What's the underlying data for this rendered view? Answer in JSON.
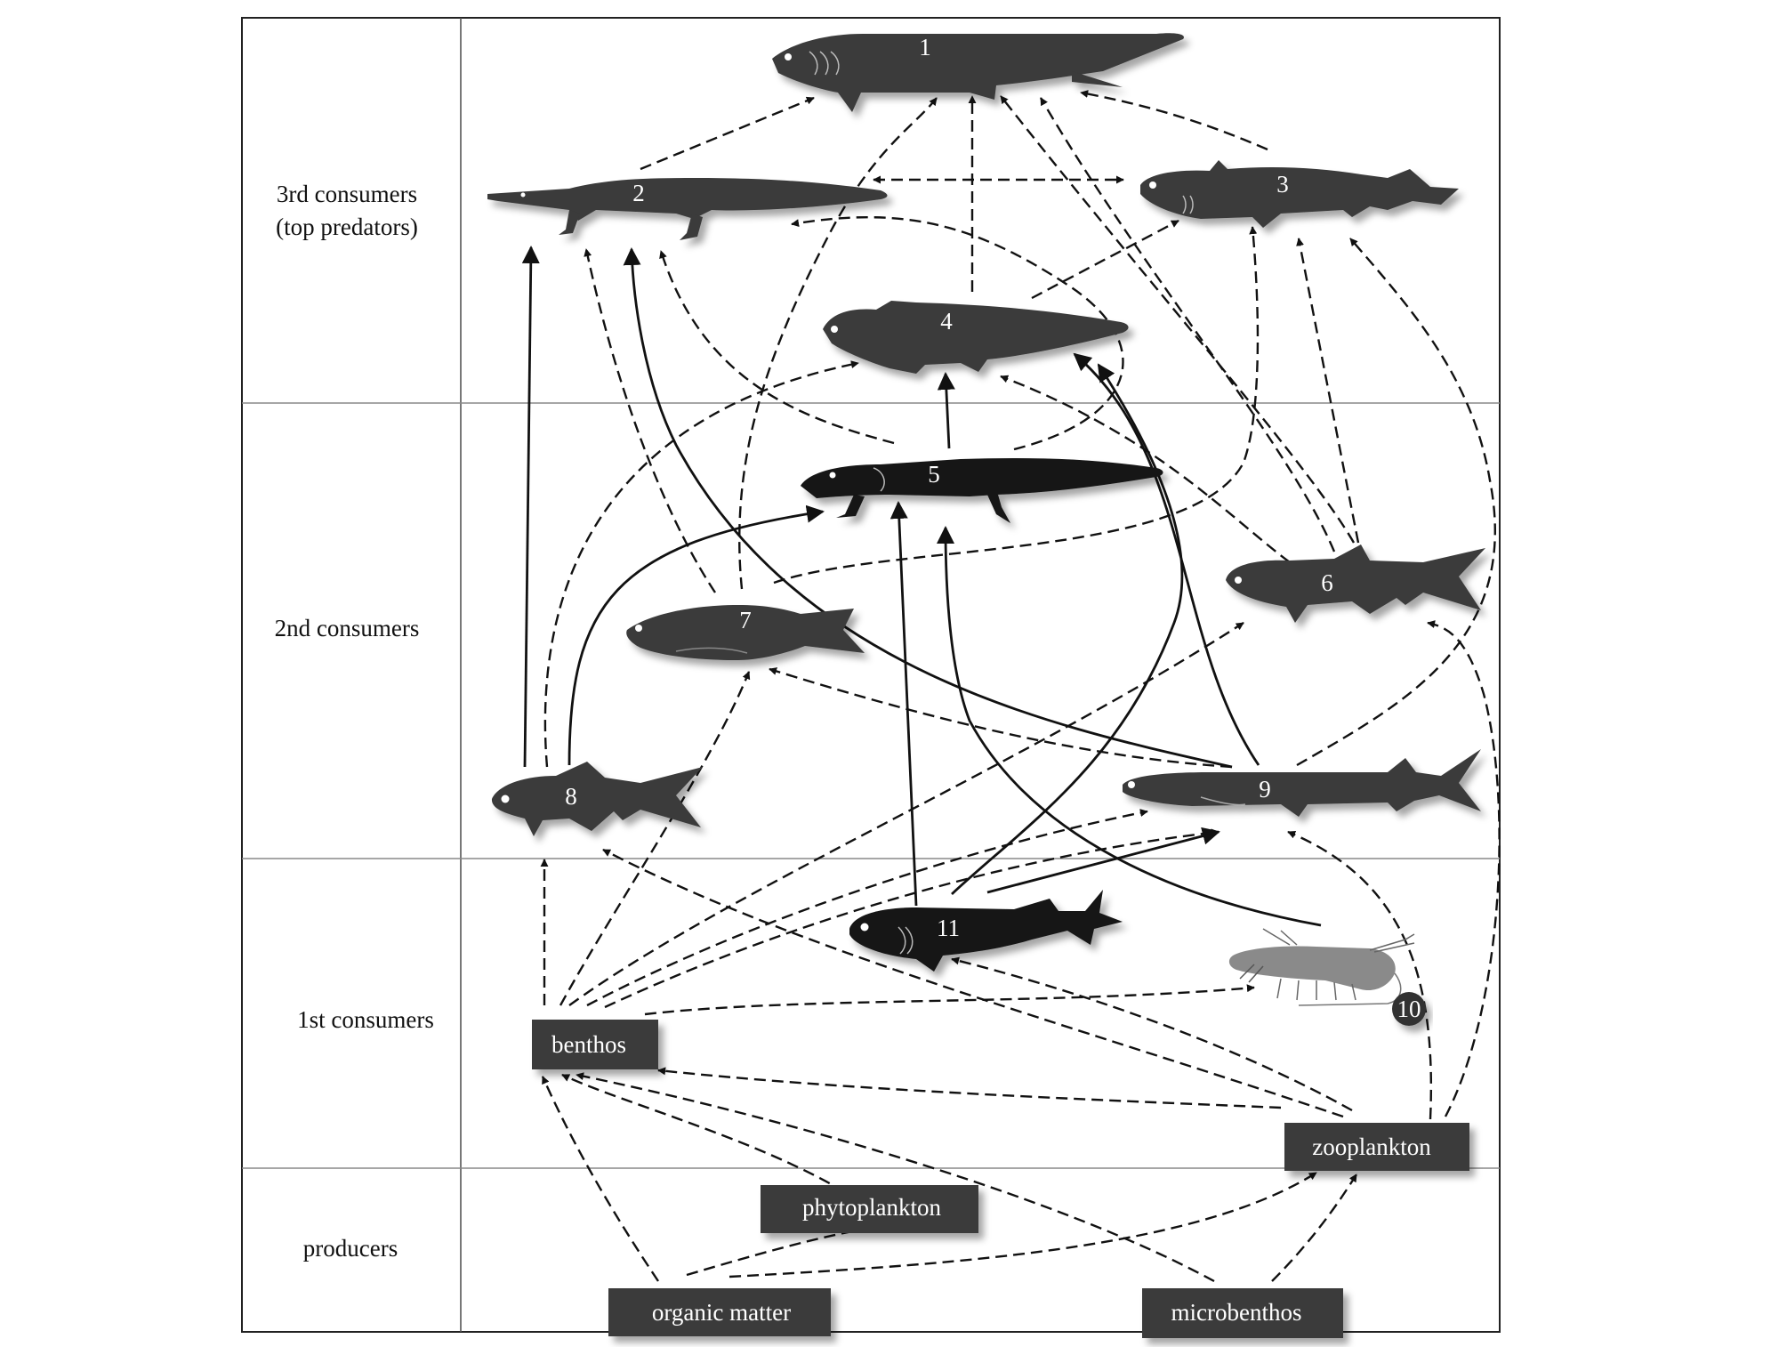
{
  "rows": [
    {
      "id": "third",
      "lines": [
        "3rd consumers",
        "(top predators)"
      ]
    },
    {
      "id": "second",
      "lines": [
        "2nd consumers"
      ]
    },
    {
      "id": "first",
      "lines": [
        "1st consumers"
      ]
    },
    {
      "id": "producers",
      "lines": [
        "producers"
      ]
    }
  ],
  "organisms": [
    {
      "id": "1",
      "label": "1"
    },
    {
      "id": "2",
      "label": "2"
    },
    {
      "id": "3",
      "label": "3"
    },
    {
      "id": "4",
      "label": "4"
    },
    {
      "id": "5",
      "label": "5"
    },
    {
      "id": "6",
      "label": "6"
    },
    {
      "id": "7",
      "label": "7"
    },
    {
      "id": "8",
      "label": "8"
    },
    {
      "id": "9",
      "label": "9"
    },
    {
      "id": "10",
      "label": "10"
    },
    {
      "id": "11",
      "label": "11"
    }
  ],
  "boxes": [
    {
      "id": "benthos",
      "label": "benthos"
    },
    {
      "id": "zooplankton",
      "label": "zooplankton"
    },
    {
      "id": "phytoplankton",
      "label": "phytoplankton"
    },
    {
      "id": "organic_matter",
      "label": "organic matter"
    },
    {
      "id": "microbenthos",
      "label": "microbenthos"
    }
  ]
}
